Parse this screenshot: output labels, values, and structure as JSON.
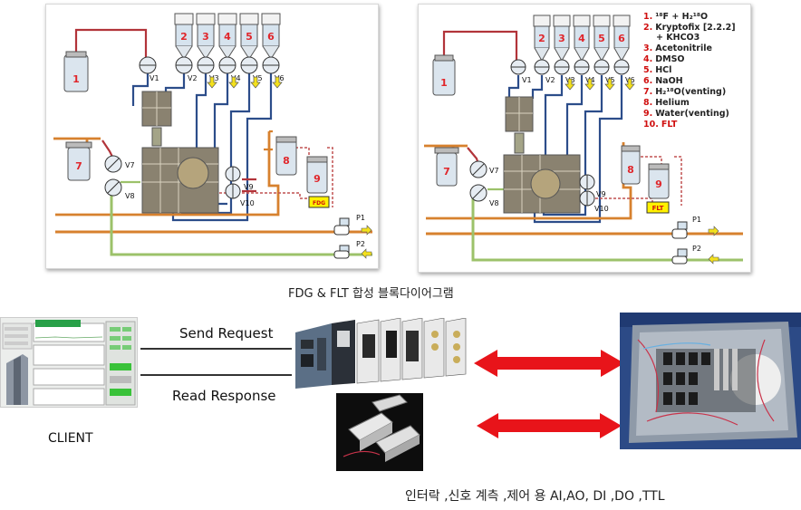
{
  "fdg_diagram": {
    "vessels": [
      "1",
      "2",
      "3",
      "4",
      "5",
      "6",
      "7",
      "8",
      "9"
    ],
    "valves": [
      "V1",
      "V2",
      "V3",
      "V4",
      "V5",
      "V6",
      "V7",
      "V8",
      "V9",
      "V10"
    ],
    "ports": [
      "P1",
      "P2"
    ],
    "tag": "FDG"
  },
  "flt_diagram": {
    "vessels": [
      "1",
      "2",
      "3",
      "4",
      "5",
      "6",
      "7",
      "8",
      "9"
    ],
    "valves": [
      "V1",
      "V2",
      "V3",
      "V4",
      "V5",
      "V6",
      "V7",
      "V8",
      "V9",
      "V10"
    ],
    "ports": [
      "P1",
      "P2"
    ],
    "tag": "FLT",
    "legend": [
      {
        "num": "1.",
        "text": "¹⁸F + H₂¹⁸O"
      },
      {
        "num": "2.",
        "text": "Kryptofix [2.2.2]"
      },
      {
        "num": "",
        "text": "+ KHCO3"
      },
      {
        "num": "3.",
        "text": "Acetonitrile"
      },
      {
        "num": "4.",
        "text": "DMSO"
      },
      {
        "num": "5.",
        "text": "HCl"
      },
      {
        "num": "6.",
        "text": "NaOH"
      },
      {
        "num": "7.",
        "text": "H₂¹⁸O(venting)"
      },
      {
        "num": "8.",
        "text": "Helium"
      },
      {
        "num": "9.",
        "text": "Water(venting)"
      },
      {
        "num": "10.",
        "text": "FLT"
      }
    ]
  },
  "caption_top": "FDG & FLT 합성 블록다이어그램",
  "send_request": "Send Request",
  "read_response": "Read Response",
  "client_label": "CLIENT",
  "caption_bottom": "인터락  ,신호 계측 ,제어 용 AI,AO, DI ,DO ,TTL",
  "colors": {
    "arrow": "#e8141a",
    "vessel_num": "#e0262b",
    "tube_blue": "#2c4d8a",
    "tube_red": "#b2343a",
    "tube_orange": "#d7812e",
    "tube_green": "#9cc26a"
  }
}
